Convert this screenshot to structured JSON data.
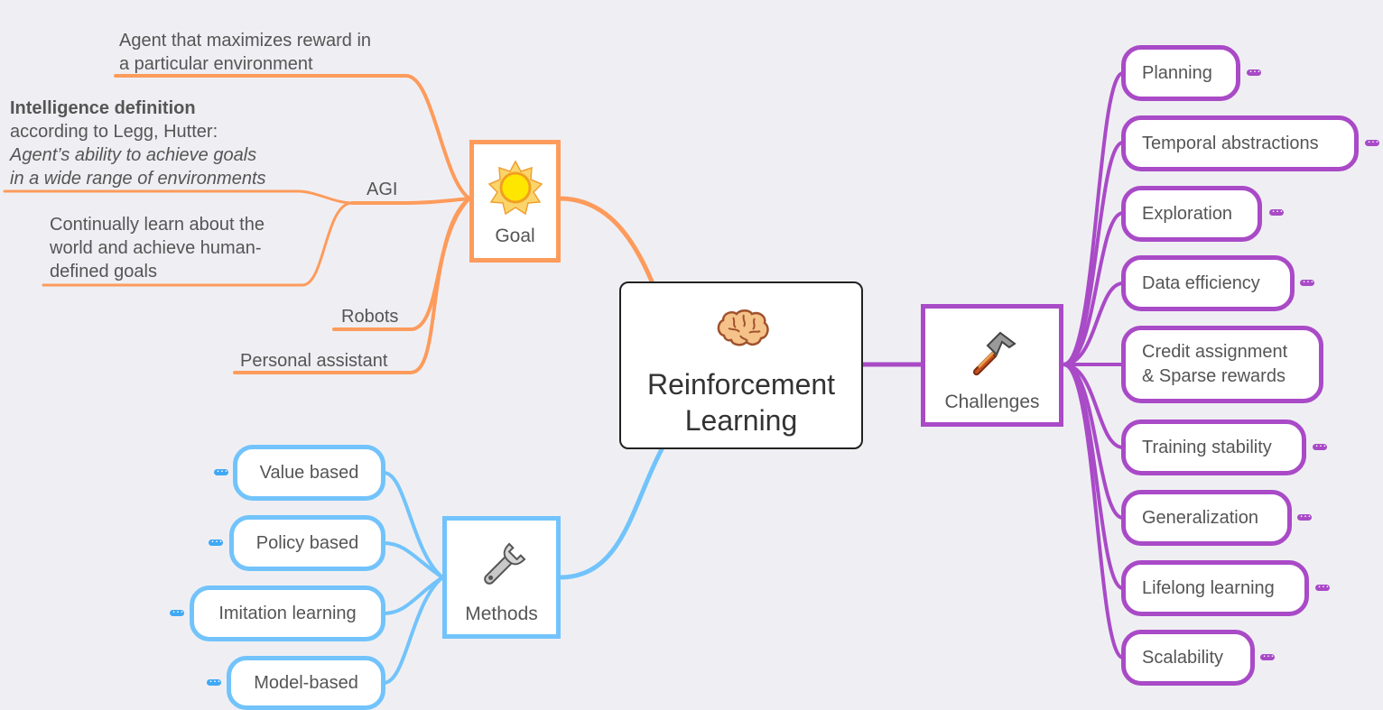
{
  "colors": {
    "goal": "#fd9b5c",
    "methods": "#72c3fb",
    "challenges": "#a94ac7",
    "background": "#efeff3"
  },
  "central": {
    "title": "Reinforcement\nLearning",
    "icon": "brain-icon"
  },
  "goal": {
    "label": "Goal",
    "icon": "sun-icon",
    "agi_label": "AGI",
    "agent_text": "Agent that maximizes reward in\na particular environment",
    "intelligence": {
      "heading": "Intelligence definition",
      "line": "according to Legg, Hutter:",
      "quote": "Agent’s ability to achieve goals\nin a wide range of environments"
    },
    "continual_text": "Continually learn about the\nworld and achieve human-\ndefined goals",
    "robots": "Robots",
    "assistant": "Personal assistant"
  },
  "methods": {
    "label": "Methods",
    "icon": "wrench-icon",
    "items": [
      "Value based",
      "Policy based",
      "Imitation learning",
      "Model-based"
    ]
  },
  "challenges": {
    "label": "Challenges",
    "icon": "hammer-icon",
    "items": [
      "Planning",
      "Temporal abstractions",
      "Exploration",
      "Data efficiency",
      "Credit assignment\n& Sparse rewards",
      "Training stability",
      "Generalization",
      "Lifelong learning",
      "Scalability"
    ]
  }
}
